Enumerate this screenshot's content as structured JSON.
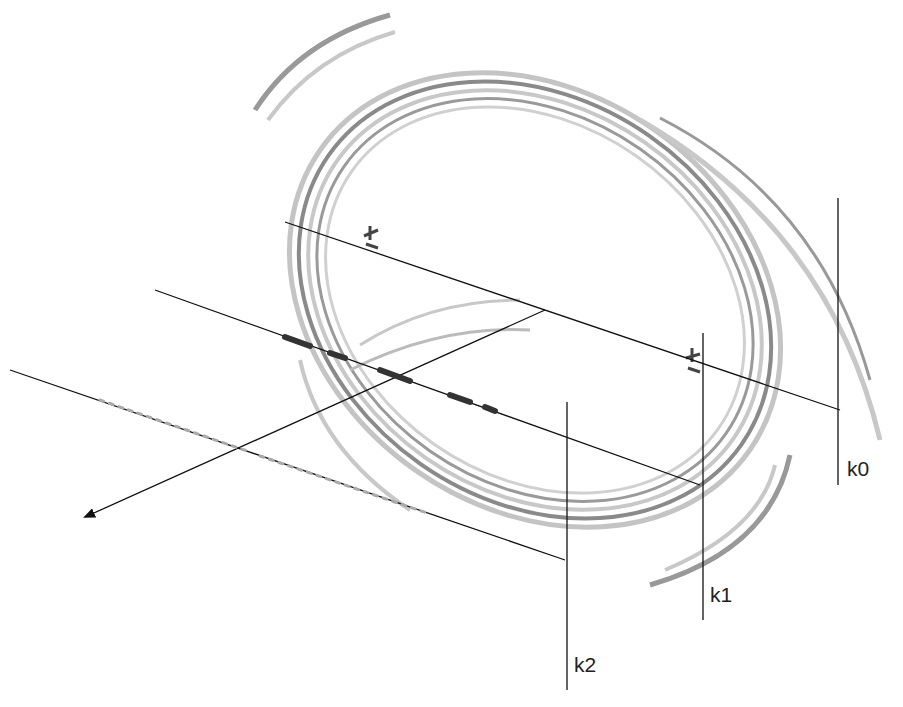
{
  "diagram": {
    "labels": [
      "k0",
      "k1",
      "k2"
    ]
  }
}
